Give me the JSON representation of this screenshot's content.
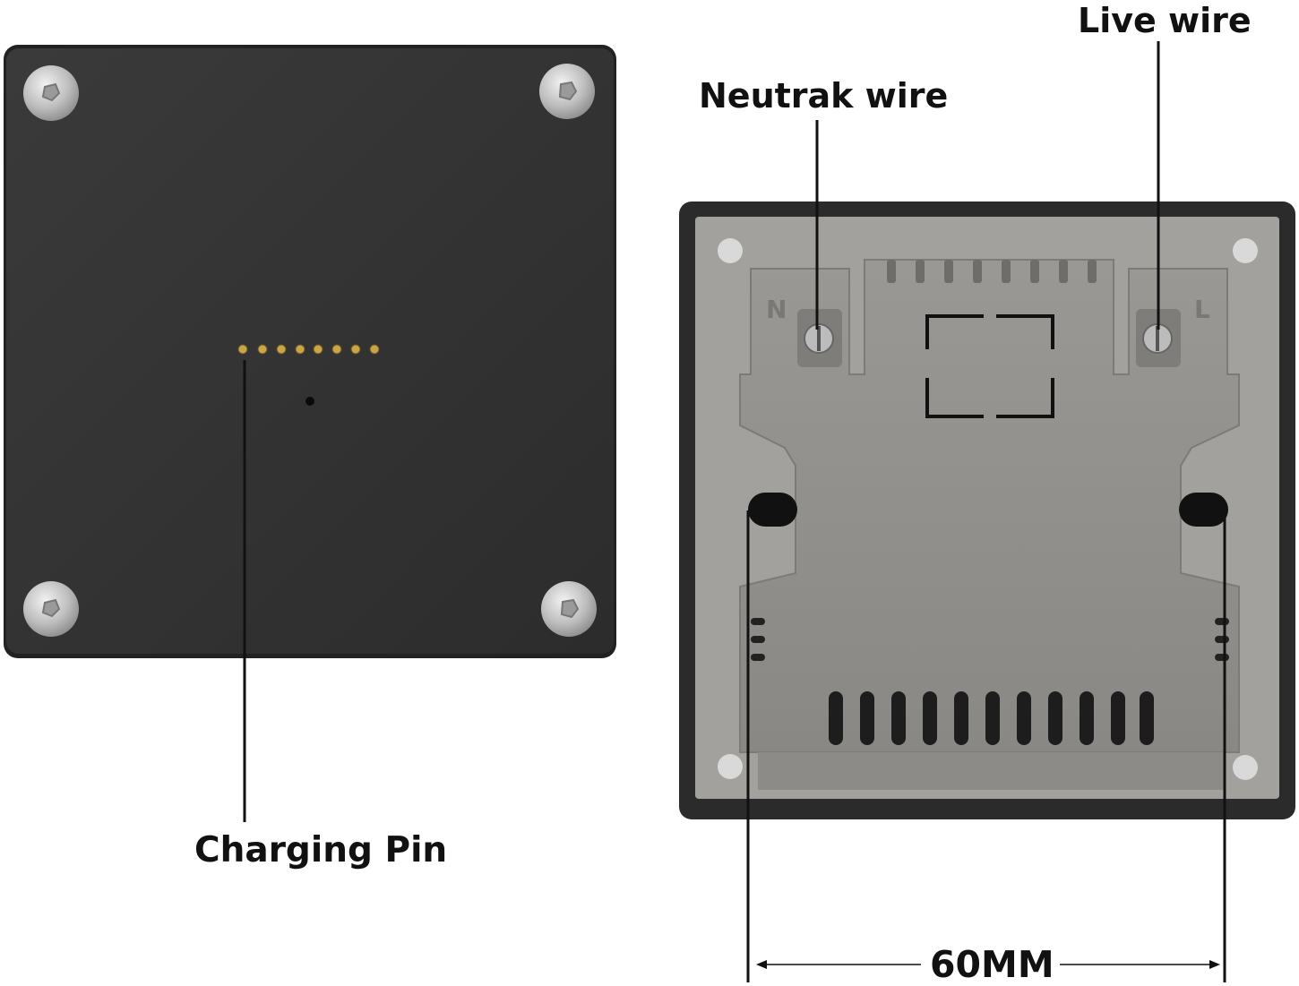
{
  "labels": {
    "live_wire": "Live wire",
    "neutral_wire": "Neutrak wire",
    "charging_pin": "Charging Pin",
    "dimension": "60MM"
  },
  "terminals": {
    "neutral": "N",
    "live": "L"
  },
  "colors": {
    "plate_dark": "#333333",
    "frame_dark": "#2b2b2b",
    "housing_gray": "#8f8d89",
    "screw_silver": "#cfcfcf",
    "pin_gold": "#c9a44a",
    "line_black": "#111111"
  }
}
